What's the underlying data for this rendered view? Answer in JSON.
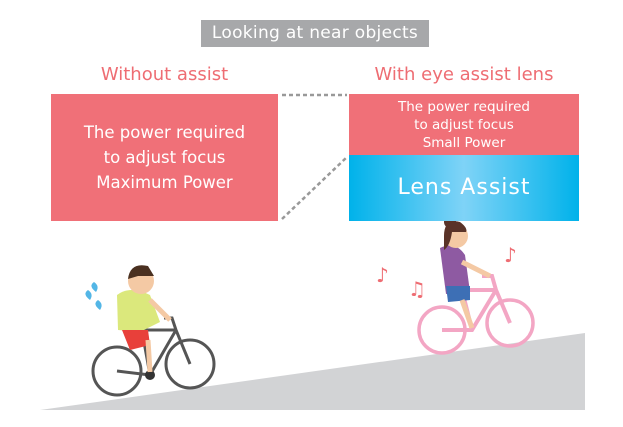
{
  "title": "Looking at near objects",
  "without": {
    "heading": "Without assist",
    "lines": [
      "The power required",
      "to adjust focus",
      "Maximum Power"
    ]
  },
  "with": {
    "heading": "With eye assist lens",
    "lines": [
      "The power required",
      "to adjust focus",
      "Small Power"
    ],
    "lens_label": "Lens Assist"
  },
  "colors": {
    "pink": "#f07078",
    "blue": "#00b2ea",
    "gray": "#a7a8aa",
    "slope": "#d2d3d5"
  }
}
